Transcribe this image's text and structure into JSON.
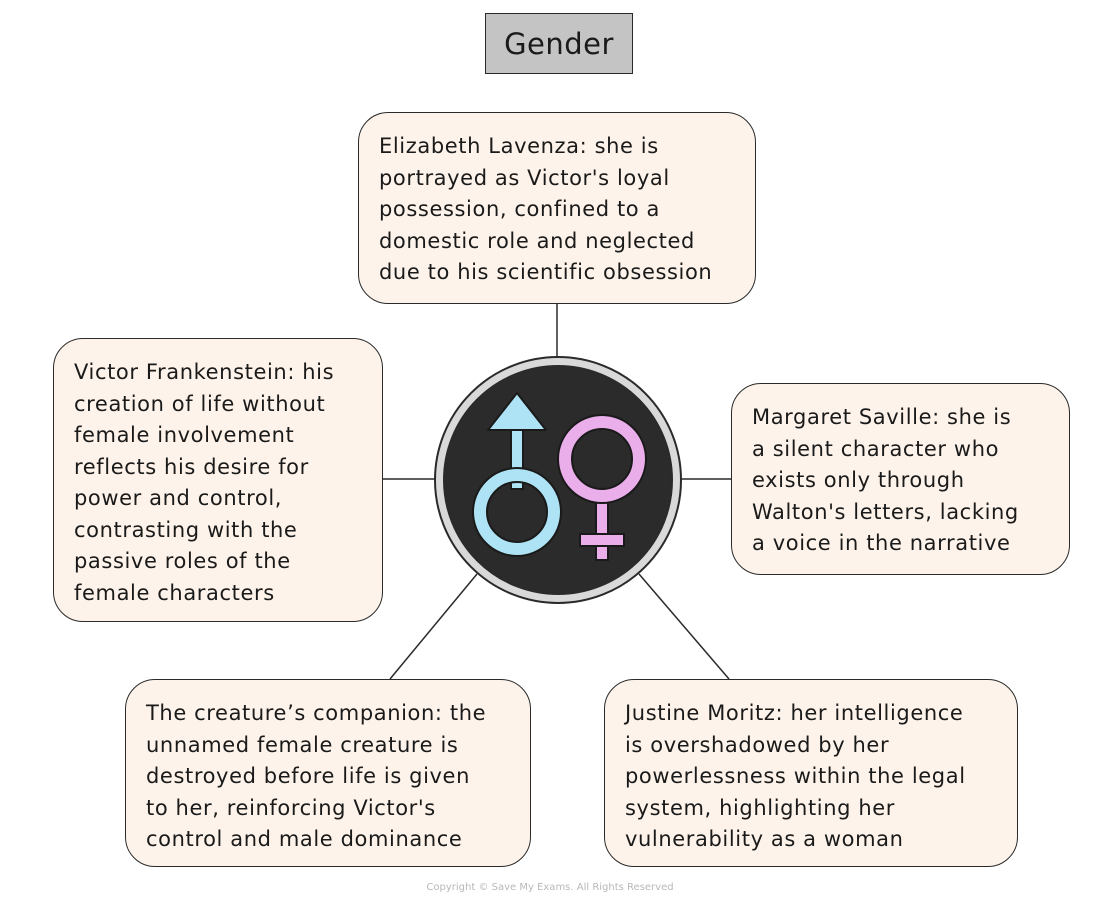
{
  "title": "Gender",
  "hub_icon": "male-female-symbols-icon",
  "colors": {
    "title_fill": "#c4c4c4",
    "note_fill": "#fdf3ea",
    "hub_fill": "#2b2b2b",
    "male_symbol": "#aee3f5",
    "female_symbol": "#eaaeea"
  },
  "nodes": {
    "elizabeth": "Elizabeth Lavenza: she is\nportrayed as Victor's loyal\npossession, confined to a\ndomestic role and neglected\ndue to his scientific obsession",
    "victor": "Victor Frankenstein: his\ncreation of life without\nfemale involvement\nreflects his desire for\npower and control,\ncontrasting with the\npassive roles of the\nfemale characters",
    "margaret": "Margaret Saville: she is\na silent character who\nexists only through\nWalton's letters, lacking\na voice in the narrative",
    "companion": "The creature’s companion: the\nunnamed female creature is\ndestroyed before life is given\nto her, reinforcing Victor's\ncontrol and male dominance",
    "justine": "Justine Moritz: her intelligence\nis overshadowed by her\npowerlessness within the legal\nsystem, highlighting her\nvulnerability as a woman"
  },
  "copyright": "Copyright © Save My Exams. All Rights Reserved"
}
